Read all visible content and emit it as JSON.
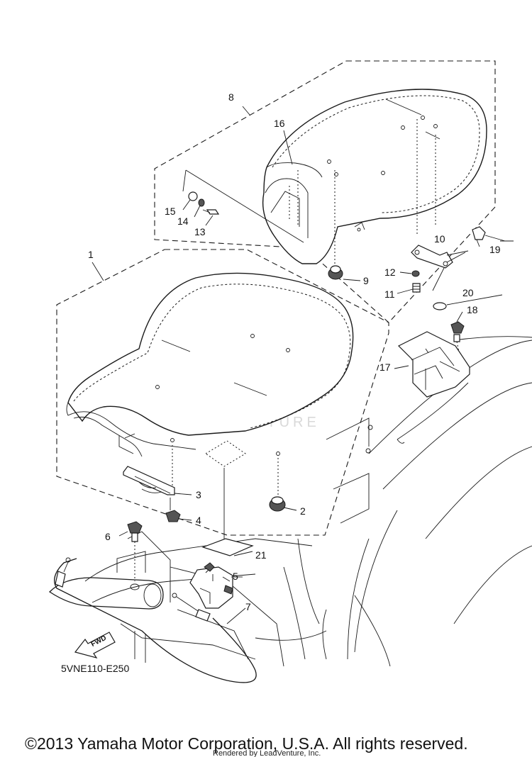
{
  "diagram": {
    "callouts": [
      "1",
      "2",
      "3",
      "4",
      "5",
      "6",
      "7",
      "8",
      "9",
      "10",
      "11",
      "12",
      "13",
      "14",
      "15",
      "16",
      "17",
      "18",
      "19",
      "20",
      "21"
    ],
    "diagram_code": "5VNE110-E250",
    "fwd_label": "FWD",
    "watermark": "LEADVENTURE",
    "copyright": "©2013 Yamaha Motor Corporation, U.S.A. All rights reserved.",
    "rendered_by": "Rendered by LeadVenture, Inc."
  }
}
